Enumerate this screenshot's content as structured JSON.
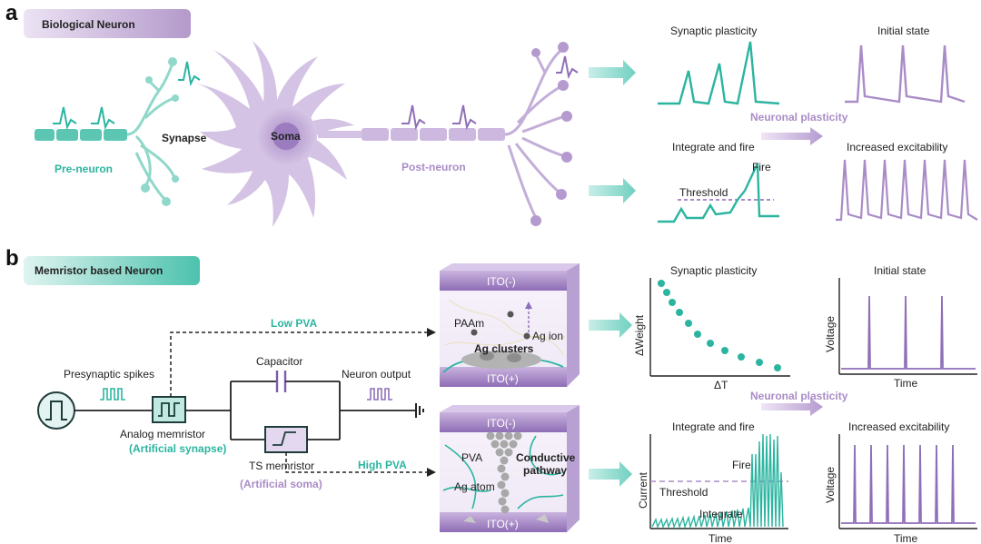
{
  "panel_a": {
    "letter": "a",
    "badge": "Biological Neuron",
    "labels": {
      "synapse": "Synapse",
      "soma": "Soma",
      "pre_neuron": "Pre-neuron",
      "post_neuron": "Post-neuron"
    },
    "plots": {
      "synaptic_plasticity": "Synaptic plasticity",
      "initial_state": "Initial state",
      "integrate_fire": "Integrate and fire",
      "increased_excitability": "Increased excitability",
      "fire": "Fire",
      "threshold": "Threshold"
    },
    "neuronal_plasticity": "Neuronal plasticity"
  },
  "panel_b": {
    "letter": "b",
    "badge": "Memristor based Neuron",
    "circuit": {
      "low_pva": "Low PVA",
      "high_pva": "High PVA",
      "presynaptic": "Presynaptic spikes",
      "capacitor": "Capacitor",
      "neuron_output": "Neuron output",
      "analog_memristor": "Analog memristor",
      "artificial_synapse": "(Artificial synapse)",
      "ts_memristor": "TS memristor",
      "artificial_soma": "(Artificial soma)"
    },
    "device_top": {
      "ito_top": "ITO(-)",
      "ito_bottom": "ITO(+)",
      "paam": "PAAm",
      "ag_ion": "Ag ion",
      "ag_clusters": "Ag clusters"
    },
    "device_bottom": {
      "ito_top": "ITO(-)",
      "ito_bottom": "ITO(+)",
      "pva": "PVA",
      "ag_atom": "Ag atom",
      "conductive_1": "Conductive",
      "conductive_2": "pathway"
    },
    "plots": {
      "synaptic_plasticity": "Synaptic plasticity",
      "initial_state": "Initial state",
      "integrate_fire": "Integrate and fire",
      "increased_excitability": "Increased excitability",
      "dweight": "ΔWeight",
      "dt": "ΔT",
      "voltage": "Voltage",
      "time": "Time",
      "current": "Current",
      "threshold": "Threshold",
      "integrate": "Integrate",
      "fire": "Fire"
    },
    "neuronal_plasticity": "Neuronal plasticity"
  },
  "colors": {
    "teal": "#2bb5a0",
    "purple": "#a98cc7",
    "dark_purple": "#8f6fb8",
    "text": "#222222"
  }
}
